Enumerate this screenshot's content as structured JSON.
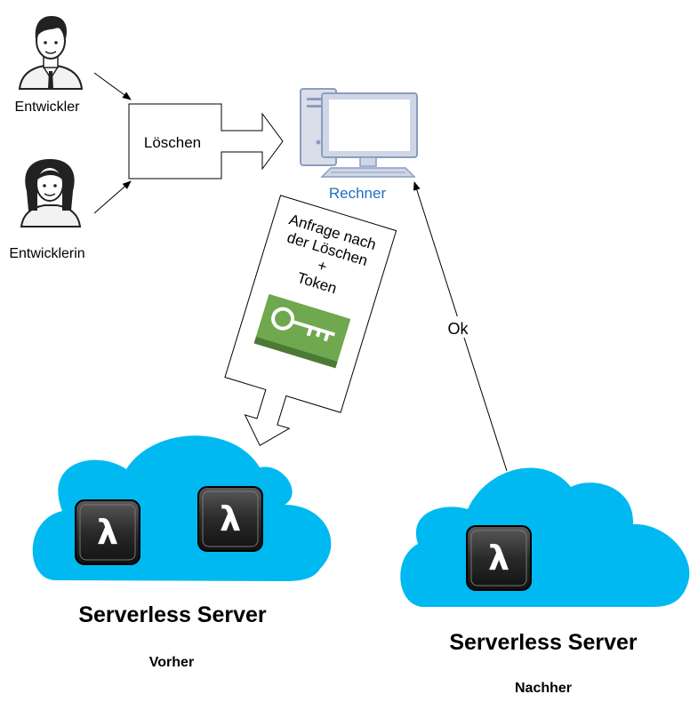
{
  "diagram": {
    "developer_male_label": "Entwickler",
    "developer_female_label": "Entwicklerin",
    "action_label": "Löschen",
    "computer_label": "Rechner",
    "request_note": {
      "line1": "Anfrage nach",
      "line2": "der Löschen",
      "line3": "+",
      "line4": "Token"
    },
    "ok_label": "Ok",
    "server_before": {
      "title": "Serverless Server",
      "caption": "Vorher",
      "function_symbol": "λ"
    },
    "server_after": {
      "title": "Serverless Server",
      "caption": "Nachher",
      "function_symbol": "λ"
    }
  },
  "colors": {
    "cloud": "#00B9F1",
    "lambda_tile": "#1F1F1F",
    "computer_frame": "#8C9CC0",
    "computer_label": "#1F6FC0",
    "key_badge": "#6FA84E"
  },
  "icons": [
    "user-male-icon",
    "user-female-icon",
    "computer-icon",
    "key-icon",
    "lambda-icon",
    "cloud-icon"
  ]
}
